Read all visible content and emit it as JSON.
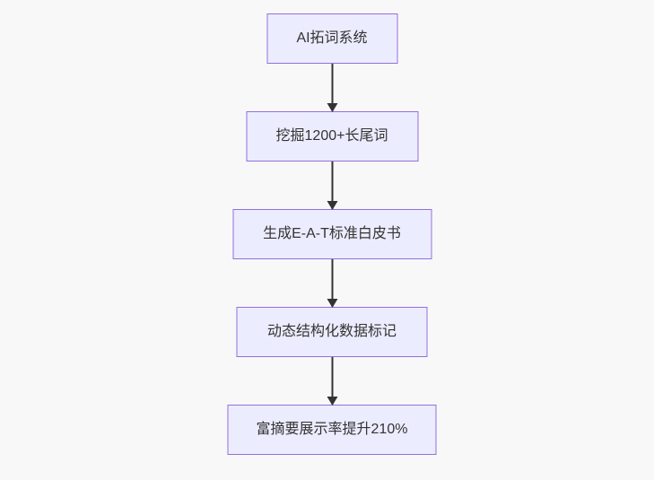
{
  "diagram": {
    "type": "flowchart-top-down",
    "nodes": [
      {
        "id": "A",
        "label": "AI拓词系统"
      },
      {
        "id": "B",
        "label": "挖掘1200+长尾词"
      },
      {
        "id": "C",
        "label": "生成E-A-T标准白皮书"
      },
      {
        "id": "D",
        "label": "动态结构化数据标记"
      },
      {
        "id": "E",
        "label": "富摘要展示率提升210%"
      }
    ],
    "edges": [
      {
        "from": "A",
        "to": "B"
      },
      {
        "from": "B",
        "to": "C"
      },
      {
        "from": "C",
        "to": "D"
      },
      {
        "from": "D",
        "to": "E"
      }
    ]
  },
  "colors": {
    "page_bg": "#f8f8f8",
    "node_fill": "#ECECFF",
    "node_border": "#9370DB",
    "edge_color": "#333333",
    "text_color": "#333333"
  }
}
